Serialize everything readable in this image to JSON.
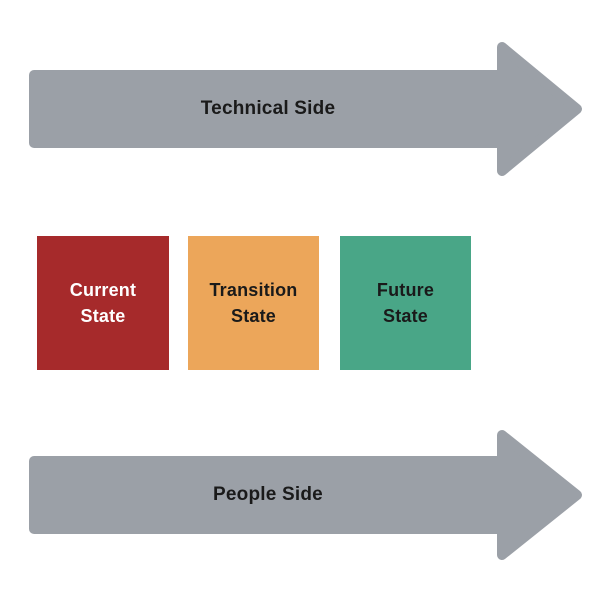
{
  "diagram": {
    "name": "change-management-sides-and-states"
  },
  "colors": {
    "arrow_gray": "#9BA0A7",
    "current_red": "#A62A2B",
    "transition_orange": "#ECA65A",
    "future_green": "#49A687",
    "text_dark": "#1A1A1A",
    "text_light": "#FFFFFF"
  },
  "arrows": {
    "top": {
      "label": "Technical Side"
    },
    "bottom": {
      "label": "People Side"
    }
  },
  "states": [
    {
      "label": "Current\nState"
    },
    {
      "label": "Transition\nState"
    },
    {
      "label": "Future\nState"
    }
  ]
}
